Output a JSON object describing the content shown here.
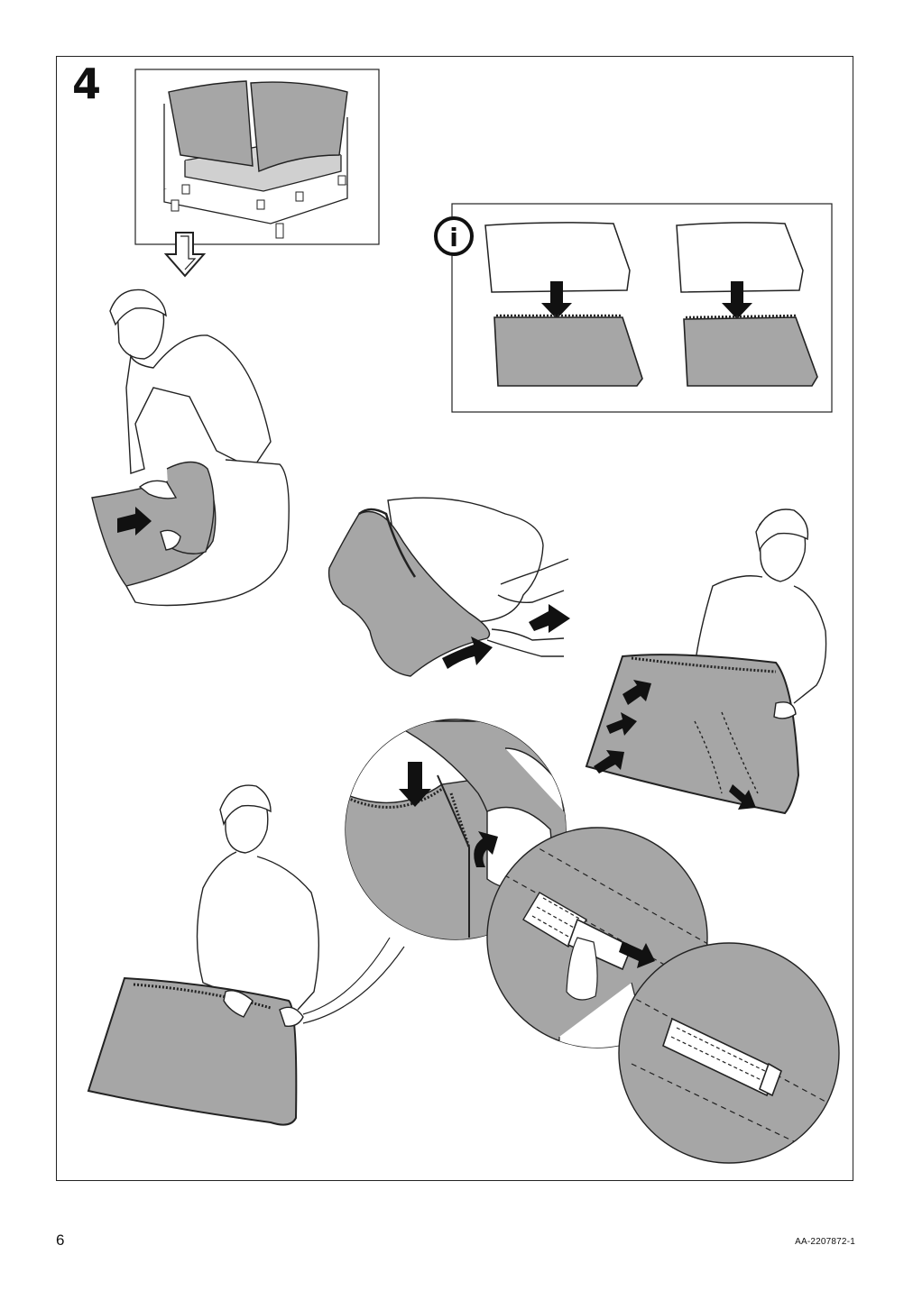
{
  "step": {
    "number": "4"
  },
  "info_panel": {
    "icon": "info-icon",
    "glyph": "i"
  },
  "footer": {
    "page_number": "6",
    "document_code": "AA-2207872-1"
  },
  "colors": {
    "fabric": "#a6a6a6",
    "line": "#1a1a1a",
    "arrow": "#1a1a1a"
  }
}
